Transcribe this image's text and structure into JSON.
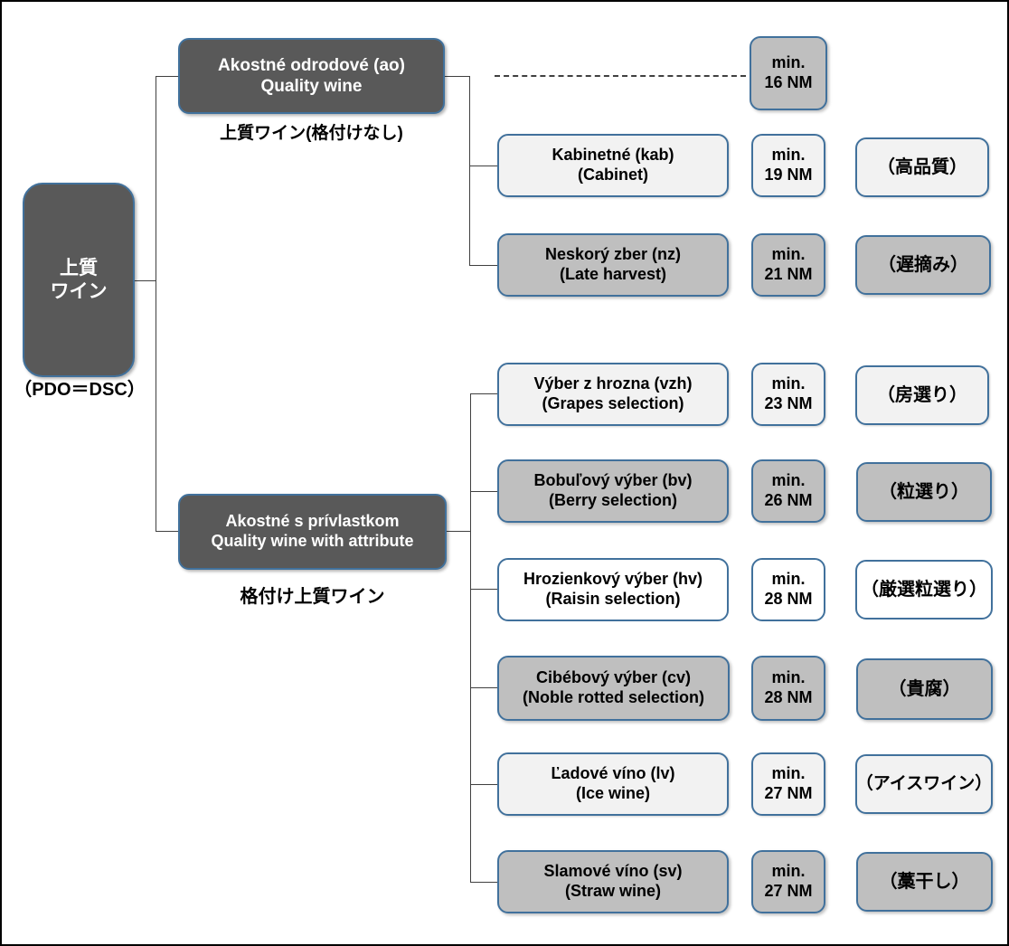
{
  "diagram": {
    "title": "Slovak quality wine classification tree",
    "colors": {
      "dark_fill": "#595959",
      "gray_fill": "#BFBFBF",
      "light_fill": "#F2F2F2",
      "white_fill": "#FFFFFF",
      "border_blue": "#41719C",
      "line": "#404040",
      "frame": "#000000"
    }
  },
  "root": {
    "line1": "上質",
    "line2": "ワイン",
    "caption": "（PDO＝DSC）"
  },
  "branches": [
    {
      "key": "quality-wine",
      "line1": "Akostné odrodové (ao)",
      "line2": "Quality wine",
      "caption": "上質ワイン(格付けなし)"
    },
    {
      "key": "quality-wine-with-attribute",
      "line1": "Akostné s prívlastkom",
      "line2": "Quality wine with attribute",
      "caption": "格付け上質ワイン"
    }
  ],
  "rows": [
    {
      "key": "ao-base",
      "name_line1": "",
      "name_line2": "",
      "has_name_box": false,
      "must": {
        "line1": "min.",
        "line2": "16 NM",
        "fill": "gray"
      },
      "jp": {
        "label": "",
        "fill": "none",
        "present": false
      },
      "name_fill": "none",
      "connector": "dashed"
    },
    {
      "key": "kabinetne",
      "name_line1": "Kabinetné (kab)",
      "name_line2": "(Cabinet)",
      "has_name_box": true,
      "name_fill": "light",
      "must": {
        "line1": "min.",
        "line2": "19 NM",
        "fill": "light"
      },
      "jp": {
        "label": "（高品質）",
        "fill": "light",
        "present": true
      },
      "connector": "solid"
    },
    {
      "key": "neskory-zber",
      "name_line1": "Neskorý zber (nz)",
      "name_line2": "(Late harvest)",
      "has_name_box": true,
      "name_fill": "gray",
      "must": {
        "line1": "min.",
        "line2": "21 NM",
        "fill": "gray"
      },
      "jp": {
        "label": "（遅摘み）",
        "fill": "gray",
        "present": true
      },
      "connector": "solid"
    },
    {
      "key": "vyber-z-hrozna",
      "name_line1": "Výber z hrozna (vzh)",
      "name_line2": "(Grapes selection)",
      "has_name_box": true,
      "name_fill": "light",
      "must": {
        "line1": "min.",
        "line2": "23 NM",
        "fill": "light"
      },
      "jp": {
        "label": "（房選り）",
        "fill": "light",
        "present": true
      },
      "connector": "solid"
    },
    {
      "key": "bobulovy-vyber",
      "name_line1": "Bobuľový výber (bv)",
      "name_line2": "(Berry selection)",
      "has_name_box": true,
      "name_fill": "gray",
      "must": {
        "line1": "min.",
        "line2": "26 NM",
        "fill": "gray"
      },
      "jp": {
        "label": "（粒選り）",
        "fill": "gray",
        "present": true
      },
      "connector": "solid"
    },
    {
      "key": "hrozienkovy-vyber",
      "name_line1": "Hrozienkový výber (hv)",
      "name_line2": "(Raisin selection)",
      "has_name_box": true,
      "name_fill": "white",
      "must": {
        "line1": "min.",
        "line2": "28 NM",
        "fill": "white"
      },
      "jp": {
        "label": "（厳選粒選り）",
        "fill": "white",
        "present": true
      },
      "connector": "solid"
    },
    {
      "key": "cibebovy-vyber",
      "name_line1": "Cibébový výber (cv)",
      "name_line2": "(Noble rotted selection)",
      "has_name_box": true,
      "name_fill": "gray",
      "must": {
        "line1": "min.",
        "line2": "28 NM",
        "fill": "gray"
      },
      "jp": {
        "label": "（貴腐）",
        "fill": "gray",
        "present": true
      },
      "connector": "solid"
    },
    {
      "key": "ladove-vino",
      "name_line1": "Ľadové víno (lv)",
      "name_line2": "(Ice wine)",
      "has_name_box": true,
      "name_fill": "light",
      "must": {
        "line1": "min.",
        "line2": "27 NM",
        "fill": "light"
      },
      "jp": {
        "label": "（アイスワイン）",
        "fill": "light",
        "present": true
      },
      "connector": "solid"
    },
    {
      "key": "slamove-vino",
      "name_line1": "Slamové víno (sv)",
      "name_line2": "(Straw wine)",
      "has_name_box": true,
      "name_fill": "gray",
      "must": {
        "line1": "min.",
        "line2": "27 NM",
        "fill": "gray"
      },
      "jp": {
        "label": "（藁干し）",
        "fill": "gray",
        "present": true
      },
      "connector": "solid"
    }
  ]
}
